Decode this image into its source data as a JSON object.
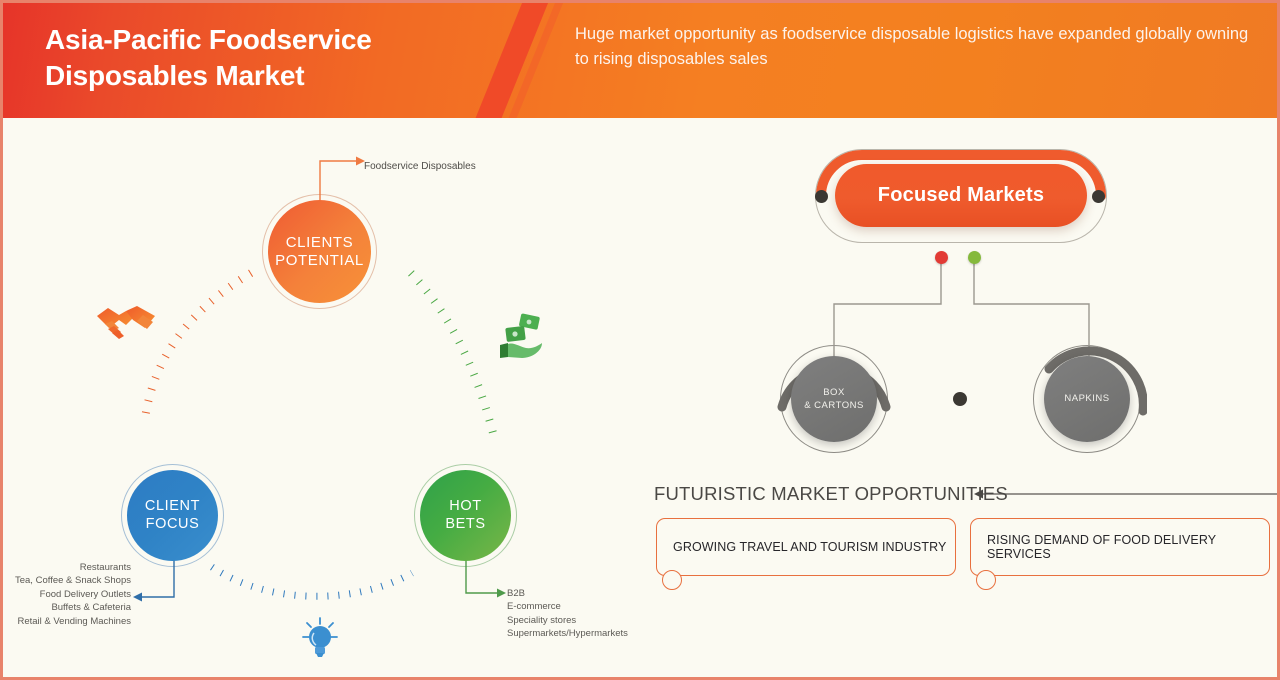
{
  "header": {
    "title": "Asia-Pacific Foodservice Disposables Market",
    "subtitle": "Huge market opportunity as foodservice disposable logistics have expanded globally owning to rising disposables sales",
    "colors": {
      "gradient_start": "#e63329",
      "gradient_end": "#f3801f",
      "diagonal_stripe": "#f04a28"
    }
  },
  "left_diagram": {
    "nodes": [
      {
        "id": "clients-potential",
        "label": "CLIENTS POTENTIAL",
        "line1": "CLIENTS",
        "line2": "POTENTIAL",
        "color": "#f2702f"
      },
      {
        "id": "client-focus",
        "label": "CLIENT FOCUS",
        "line1": "CLIENT",
        "line2": "FOCUS",
        "color": "#2f83c6"
      },
      {
        "id": "hot-bets",
        "label": "HOT BETS",
        "line1": "HOT",
        "line2": "BETS",
        "color": "#45ac43"
      }
    ],
    "clients_potential_callout": "Foodservice Disposables",
    "client_focus_items": [
      "Restaurants",
      "Tea, Coffee & Snack Shops",
      "Food Delivery Outlets",
      "Buffets & Cafeteria",
      "Retail & Vending Machines"
    ],
    "hot_bets_items": [
      "B2B",
      "E-commerce",
      "Speciality stores",
      "Supermarkets/Hypermarkets"
    ],
    "icons": [
      {
        "name": "handshake-icon",
        "color": "#ef6a2d"
      },
      {
        "name": "money-in-hand-icon",
        "color": "#4caf50"
      },
      {
        "name": "lightbulb-icon",
        "color": "#3b8fd0"
      }
    ],
    "dotted_arcs": [
      {
        "name": "orange-dotted-arc",
        "color": "#e8612c"
      },
      {
        "name": "green-dotted-arc",
        "color": "#4aa844"
      },
      {
        "name": "blue-dotted-arc",
        "color": "#2f79bd"
      }
    ]
  },
  "right_diagram": {
    "focused_markets_title": "Focused Markets",
    "market_nodes": [
      {
        "id": "box-cartons",
        "line1": "BOX",
        "line2": "& CARTONS",
        "label": "BOX & CARTONS"
      },
      {
        "id": "napkins",
        "line1": "NAPKINS",
        "line2": "",
        "label": "NAPKINS"
      }
    ],
    "lead_dots": [
      {
        "name": "red-lead-dot",
        "color": "#e23b35"
      },
      {
        "name": "green-lead-dot",
        "color": "#85b93c"
      }
    ],
    "anchor_dots": {
      "color": "#3b3833"
    },
    "pill_color": "#ef5b2d"
  },
  "bottom": {
    "section_title": "FUTURISTIC MARKET OPPORTUNITIES",
    "opportunities": [
      {
        "text": "GROWING TRAVEL AND TOURISM INDUSTRY"
      },
      {
        "text": "RISING DEMAND OF FOOD DELIVERY SERVICES"
      }
    ],
    "accent_color": "#e8703f"
  }
}
